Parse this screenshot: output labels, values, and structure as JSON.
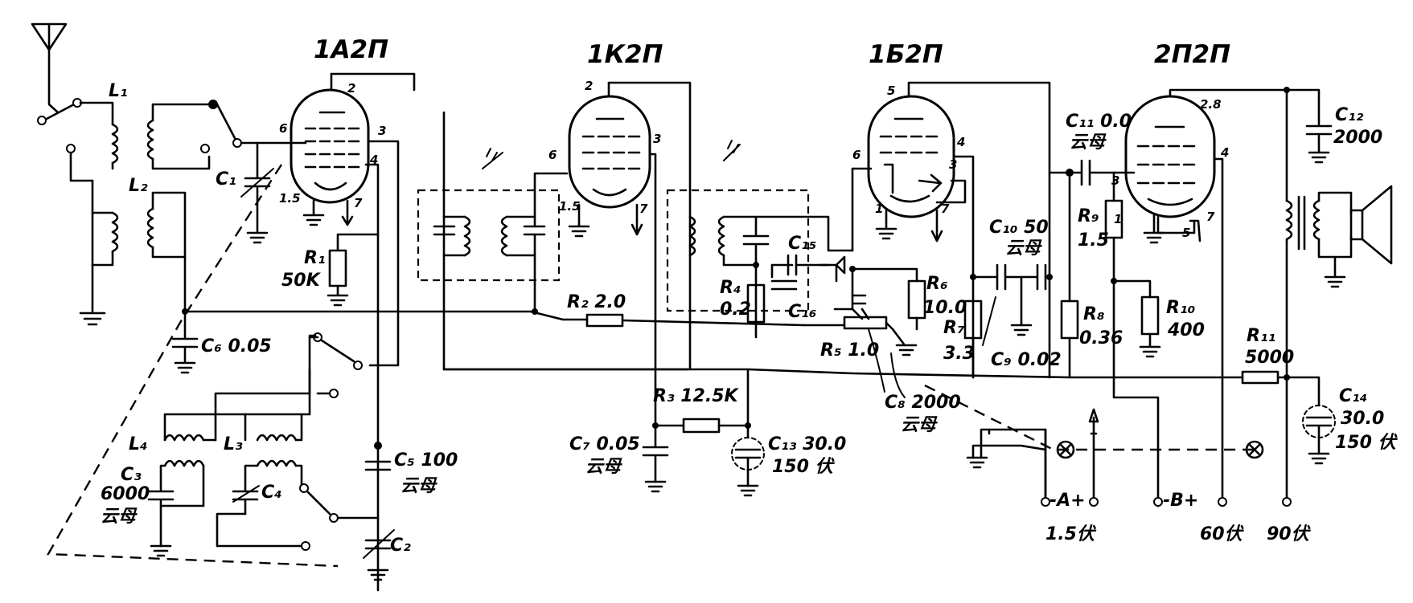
{
  "tubes": {
    "t1": {
      "name": "1А2П"
    },
    "t2": {
      "name": "1К2П"
    },
    "t3": {
      "name": "1Б2П"
    },
    "t4": {
      "name": "2П2П"
    }
  },
  "pins": {
    "t1": {
      "p2": "2",
      "p6": "6",
      "p3": "3",
      "p4": "4",
      "p15": "1.5",
      "p7": "7"
    },
    "t2": {
      "p2": "2",
      "p6": "6",
      "p3": "3",
      "p15": "1.5",
      "p7": "7"
    },
    "t3": {
      "p5": "5",
      "p6": "6",
      "p4": "4",
      "p3": "3",
      "p1": "1",
      "p7": "7"
    },
    "t4": {
      "p28": "2.8",
      "p3": "3",
      "p4": "4",
      "p1": "1",
      "p7": "7",
      "p5": "5"
    }
  },
  "parts": {
    "L1": "L₁",
    "L2": "L₂",
    "L3": "L₃",
    "L4": "L₄",
    "C1": "C₁",
    "C2": "C₂",
    "C3": "C₃",
    "C3v": "6000",
    "C3d": "云母",
    "C4": "C₄",
    "C5": "C₅ 100",
    "C5d": "云母",
    "C6": "C₆ 0.05",
    "C7": "C₇ 0.05",
    "C7d": "云母",
    "C8": "C₈ 2000",
    "C8d": "云母",
    "C9": "C₉ 0.02",
    "C10": "C₁₀ 50",
    "C10d": "云母",
    "C11": "C₁₁ 0.01",
    "C11d": "云母",
    "C12": "C₁₂",
    "C12v": "2000",
    "C13": "C₁₃ 30.0",
    "C13v": "150 伏",
    "C14": "C₁₄",
    "C14v": "30.0",
    "C14w": "150 伏",
    "C15": "C₁₅",
    "C16": "C₁₆",
    "R1": "R₁",
    "R1v": "50K",
    "R2": "R₂ 2.0",
    "R3": "R₃ 12.5K",
    "R4": "R₄",
    "R4v": "0.2",
    "R5": "R₅ 1.0",
    "R6": "R₆",
    "R6v": "10.0",
    "R7": "R₇",
    "R7v": "3.3",
    "R8": "R₈",
    "R8v": "0.36",
    "R9": "R₉",
    "R9v": "1.5",
    "R10": "R₁₀",
    "R10v": "400",
    "R11": "R₁₁",
    "R11v": "5000"
  },
  "terminals": {
    "a": "-A+",
    "a_v": "1.5伏",
    "b": "-B+",
    "b_v1": "60伏",
    "b_v2": "90伏"
  }
}
